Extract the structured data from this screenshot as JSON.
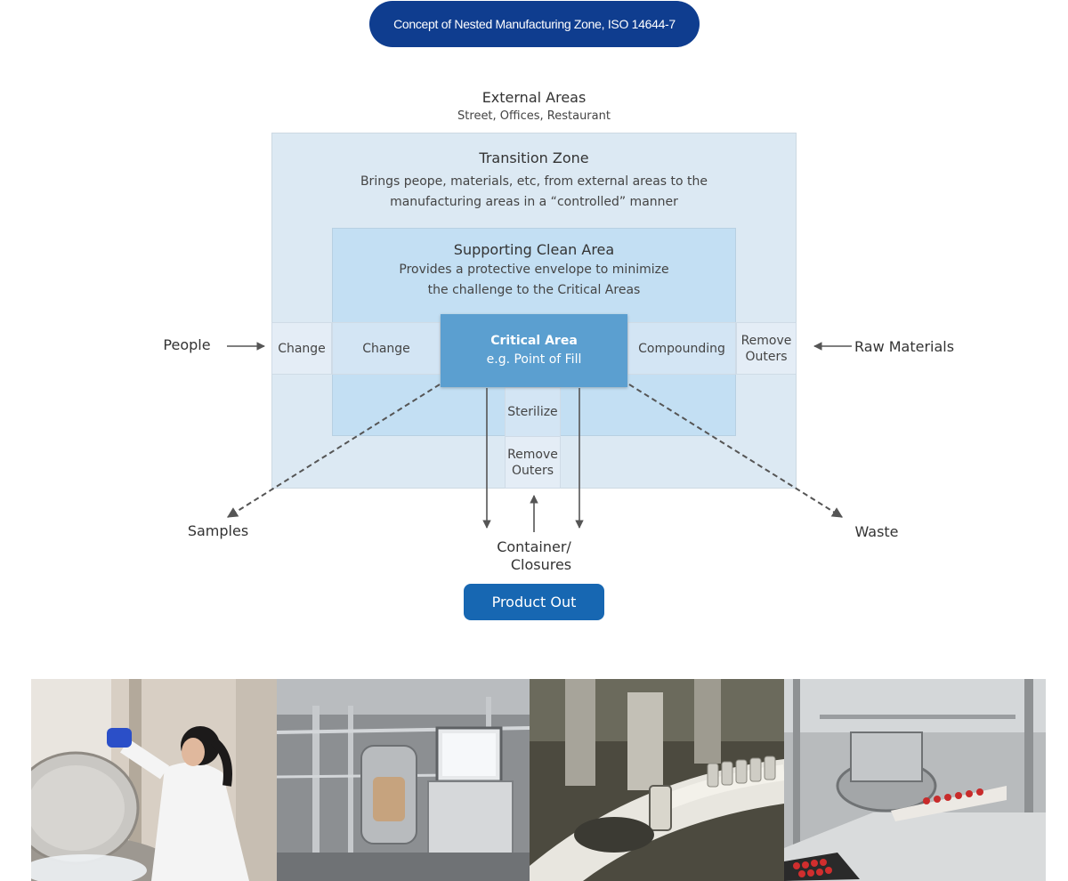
{
  "title": "Concept of Nested Manufacturing Zone, ISO 14644-7",
  "external": {
    "title": "External Areas",
    "subtitle": "Street, Offices, Restaurant"
  },
  "transition_zone": {
    "title": "Transition Zone",
    "desc_line1": "Brings peope, materials, etc, from external areas to the",
    "desc_line2": "manufacturing areas in a “controlled” manner"
  },
  "supporting_clean_area": {
    "title": "Supporting Clean Area",
    "desc_line1": "Provides a protective envelope to minimize",
    "desc_line2": "the challenge to the Critical Areas"
  },
  "critical_area": {
    "title": "Critical Area",
    "subtitle": "e.g. Point of Fill"
  },
  "cells": {
    "change_outer": "Change",
    "change_inner": "Change",
    "compounding": "Compounding",
    "remove_outers_right_1": "Remove",
    "remove_outers_right_2": "Outers",
    "sterilize": "Sterilize",
    "remove_outers_bottom_1": "Remove",
    "remove_outers_bottom_2": "Outers"
  },
  "flows": {
    "people": "People",
    "raw_materials": "Raw Materials",
    "samples": "Samples",
    "waste": "Waste",
    "container_1": "Container/",
    "container_2": "Closures"
  },
  "product_out": "Product Out",
  "colors": {
    "title_bg": "#0f3d8f",
    "transition_bg": "#dce9f3",
    "support_bg": "#c3dff3",
    "critical_bg": "#5b9fd0",
    "button_bg": "#1767b2"
  },
  "photos": [
    {
      "icon": "scientist-cryogenic-storage-photo"
    },
    {
      "icon": "bioreactor-equipment-photo"
    },
    {
      "icon": "vial-filling-line-photo"
    },
    {
      "icon": "filling-machine-photo"
    }
  ]
}
